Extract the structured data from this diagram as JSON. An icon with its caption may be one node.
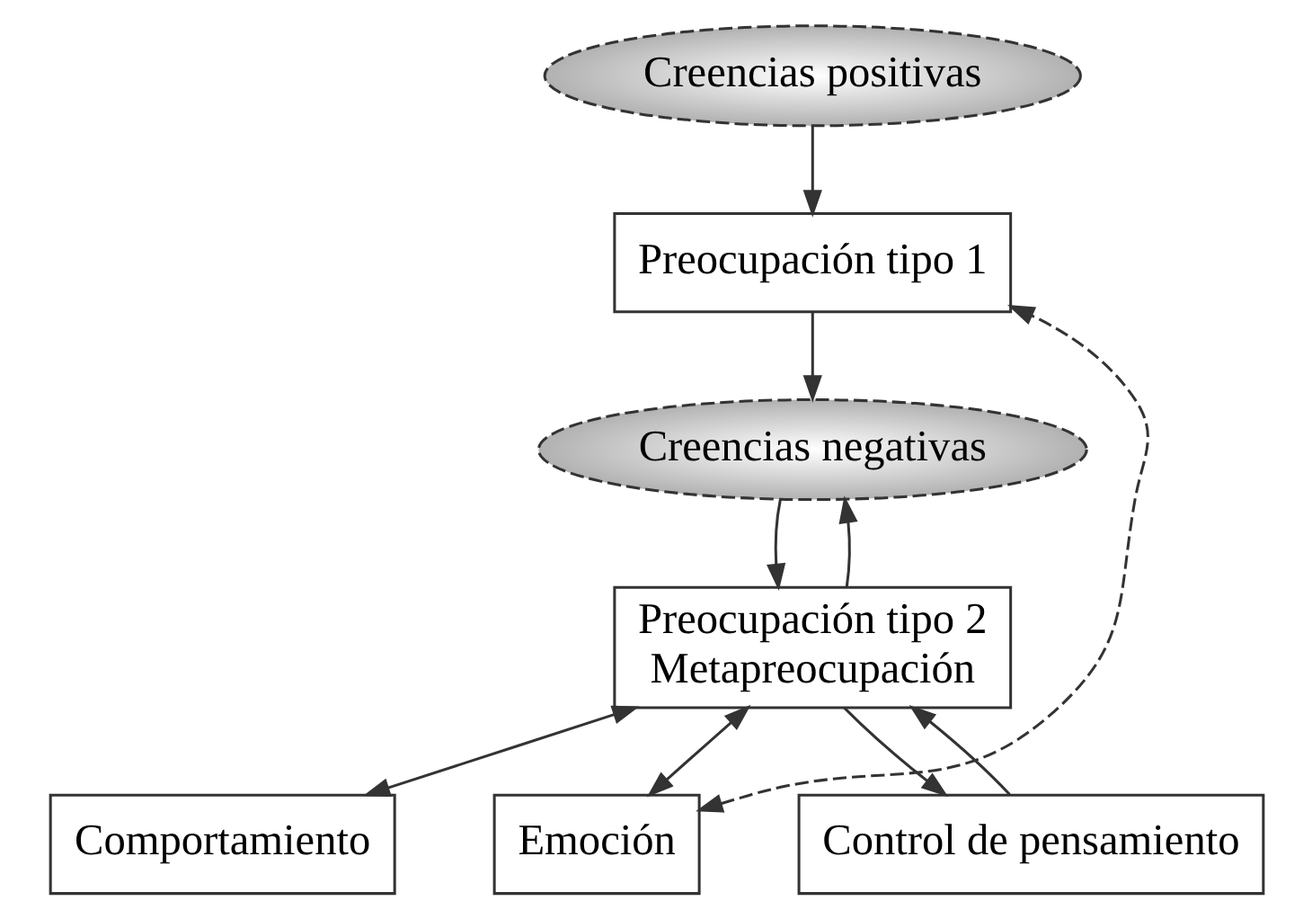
{
  "diagram": {
    "nodes": [
      {
        "text": [
          "Creencias positivas"
        ]
      },
      {
        "text": [
          "Preocupación tipo 1"
        ]
      },
      {
        "text": [
          "Creencias negativas"
        ]
      },
      {
        "text": [
          "Preocupación tipo 2",
          "Metapreocupación"
        ]
      },
      {
        "text": [
          "Comportamiento"
        ]
      },
      {
        "text": [
          "Emoción"
        ]
      },
      {
        "text": [
          "Control de pensamiento"
        ]
      }
    ],
    "edges": [
      {
        "from": 0,
        "to": 1,
        "arrow": "to"
      },
      {
        "from": 1,
        "to": 2,
        "arrow": "to"
      },
      {
        "from": 3,
        "to": 2,
        "arrow": "to"
      },
      {
        "from": 2,
        "to": 3,
        "arrow": "to"
      },
      {
        "from": 3,
        "to": 4,
        "arrow": "both"
      },
      {
        "from": 3,
        "to": 5,
        "arrow": "both"
      },
      {
        "from": 6,
        "to": 3,
        "arrow": "to"
      },
      {
        "from": 3,
        "to": 6,
        "arrow": "to"
      },
      {
        "from": 5,
        "to": 1,
        "arrow": "both",
        "style": "dashed"
      }
    ]
  }
}
